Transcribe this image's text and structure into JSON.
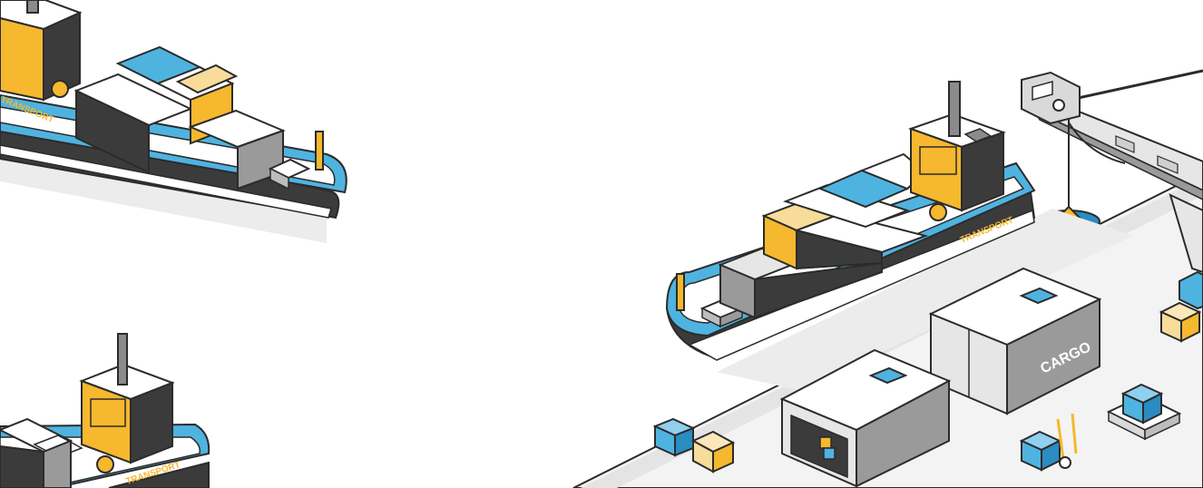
{
  "image": {
    "labels": {
      "ship_top_left_hull": "TRANSPORT",
      "ship_center_hull": "TRANSPORT",
      "ship_bottom_left_hull": "TRANSPORT",
      "container_text": "CARGO"
    }
  },
  "colors": {
    "outline": "#2b2b2b",
    "yellow": "#f5b82e",
    "yellow_light": "#f8dc9a",
    "blue": "#4fb3e0",
    "blue_dark": "#2a8cc0",
    "grey_dark": "#3b3b3b",
    "grey_mid": "#8b8b8b",
    "grey_light": "#e6e6e6",
    "dock": "#f2f2f2"
  }
}
